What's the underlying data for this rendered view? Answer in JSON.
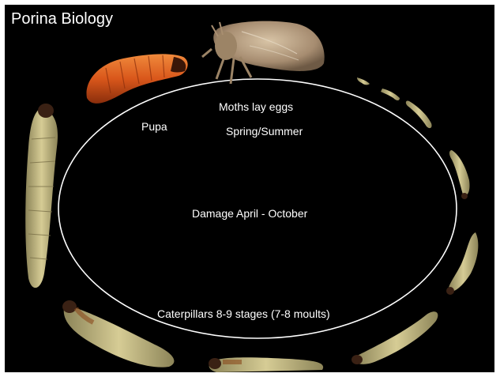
{
  "title": "Porina Biology",
  "labels": {
    "pupa": "Pupa",
    "moths_lay_eggs": "Moths lay eggs",
    "season": "Spring/Summer",
    "damage": "Damage April - October",
    "caterpillars": "Caterpillars 8-9 stages (7-8 moults)"
  },
  "colors": {
    "background": "#000000",
    "text": "#ffffff",
    "cycle_line": "#ffffff",
    "pupa": "#d9571b",
    "larva": "#c9c08a",
    "larva_head": "#3a2114",
    "moth": "#b39a7d"
  },
  "images": [
    "moth-photo",
    "pupa-photo",
    "larva-photo"
  ]
}
